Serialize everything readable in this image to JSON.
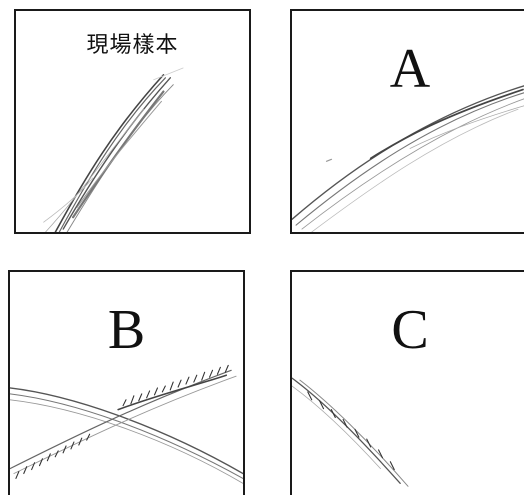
{
  "panels": [
    {
      "id": "sample",
      "label": "現場樣本"
    },
    {
      "id": "a",
      "label": "A"
    },
    {
      "id": "b",
      "label": "B"
    },
    {
      "id": "c",
      "label": "C"
    }
  ],
  "colors": {
    "border": "#1a1a1a",
    "stroke": "#555555",
    "stroke_light": "#9a9a9a",
    "background": "#ffffff"
  }
}
